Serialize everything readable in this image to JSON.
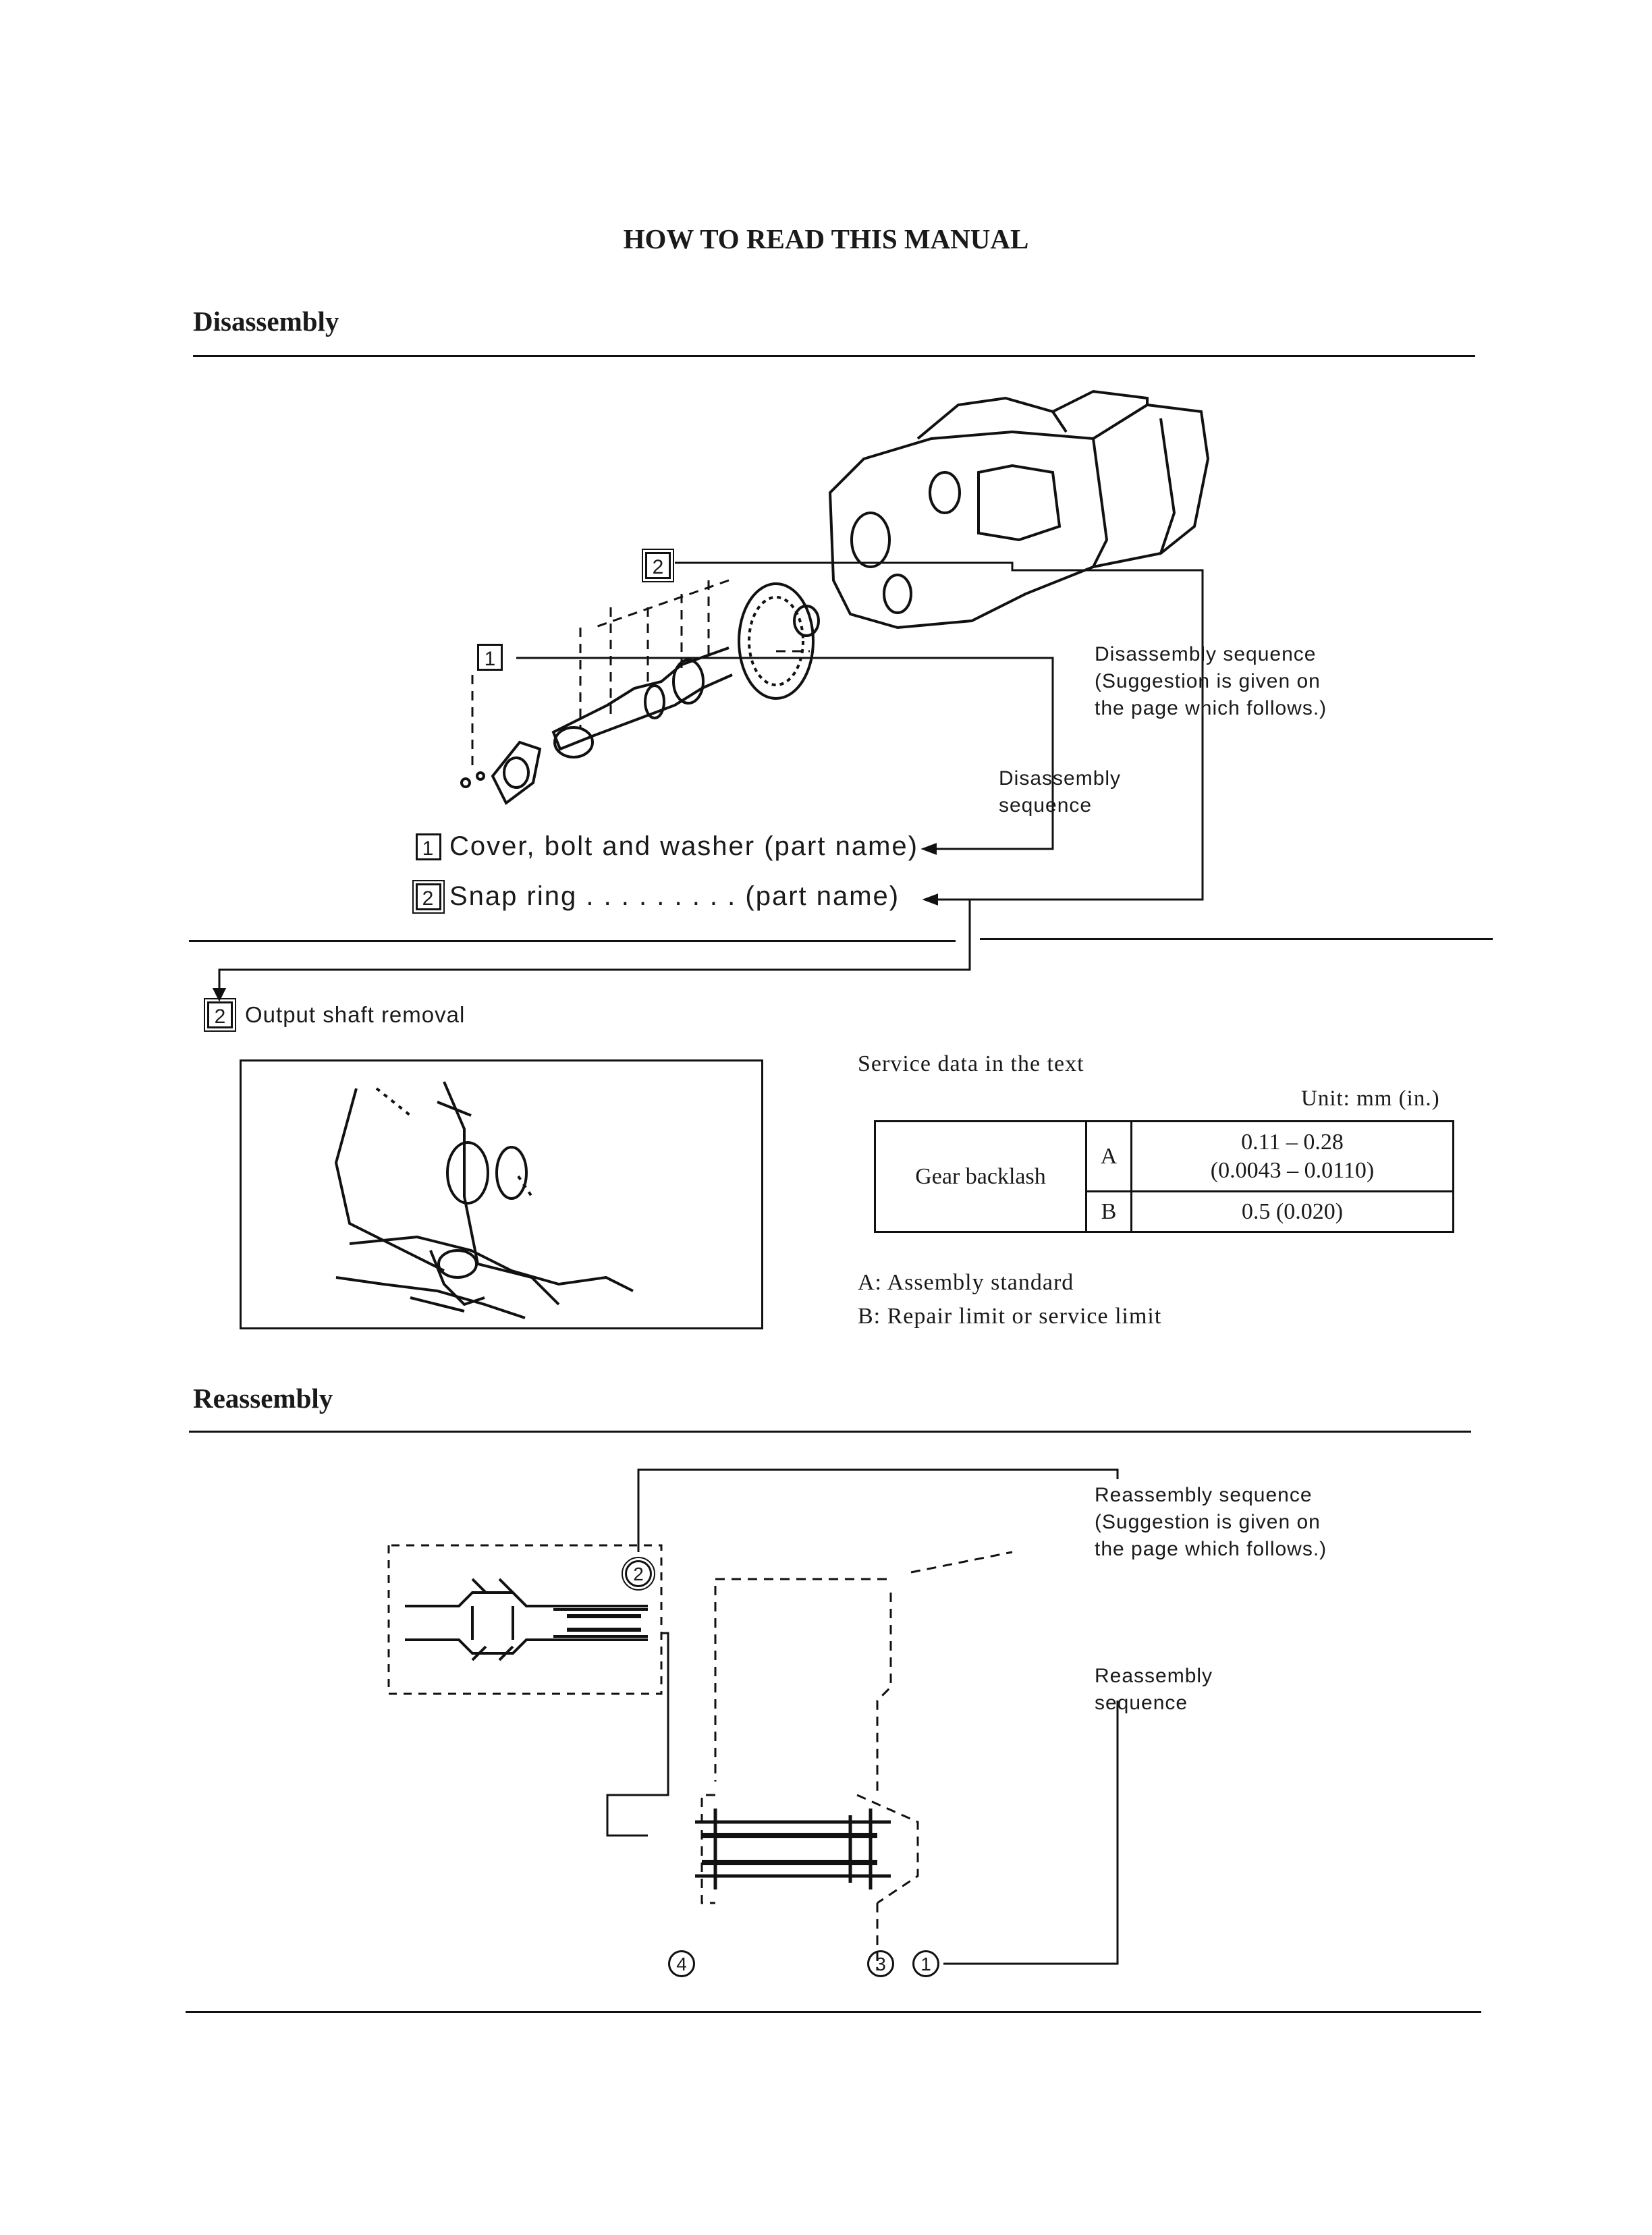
{
  "title": "HOW TO READ THIS MANUAL",
  "disassembly": {
    "heading": "Disassembly",
    "callout_box_1": "1",
    "callout_box_2": "2",
    "sequence_note": [
      "Disassembly sequence",
      "(Suggestion is given on",
      "the page which follows.)"
    ],
    "sequence_label": [
      "Disassembly",
      "sequence"
    ],
    "parts": [
      {
        "num": "1",
        "name": "Cover, bolt and washer (part name)"
      },
      {
        "num": "2",
        "name": "Snap ring  . . . . . . . . .   (part name)"
      }
    ]
  },
  "step": {
    "num": "2",
    "title": "Output shaft removal"
  },
  "service_data": {
    "caption": "Service data in the text",
    "unit": "Unit: mm (in.)",
    "item": "Gear backlash",
    "rows": [
      {
        "key": "A",
        "value": [
          "0.11 – 0.28",
          "(0.0043 – 0.0110)"
        ]
      },
      {
        "key": "B",
        "value": [
          "0.5 (0.020)"
        ]
      }
    ],
    "legend": [
      "A:  Assembly standard",
      "B:  Repair limit or service limit"
    ]
  },
  "reassembly": {
    "heading": "Reassembly",
    "sequence_note": [
      "Reassembly sequence",
      "(Suggestion is given on",
      "the page which follows.)"
    ],
    "sequence_label": [
      "Reassembly",
      "sequence"
    ],
    "markers": [
      "2",
      "4",
      "3",
      "1"
    ]
  }
}
